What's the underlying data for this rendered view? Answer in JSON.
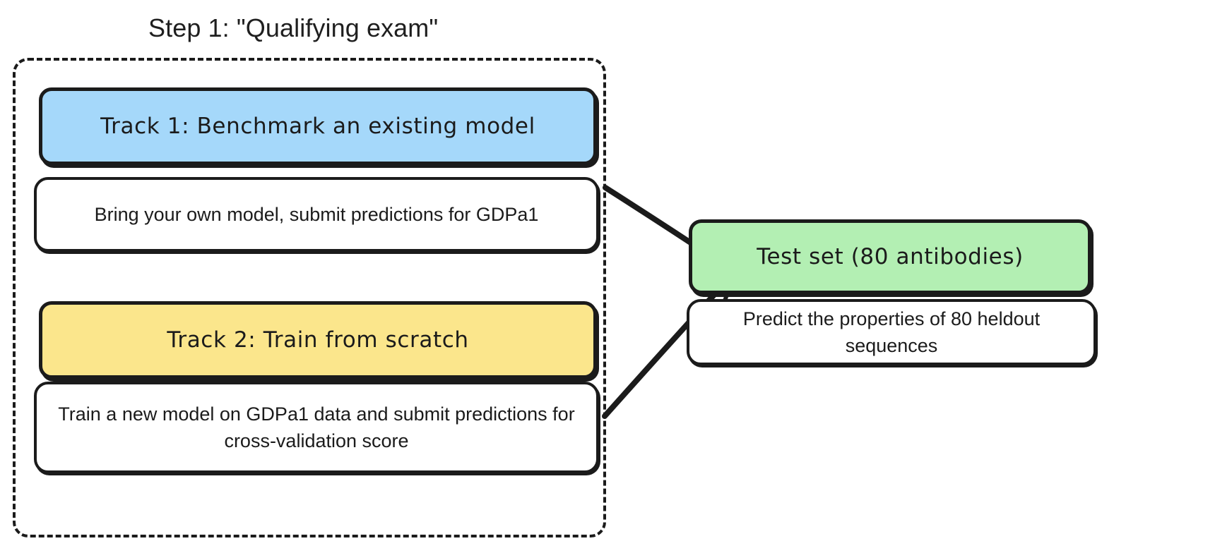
{
  "title": "Step 1: \"Qualifying exam\"",
  "colors": {
    "track1_fill": "#a5d8fa",
    "track2_fill": "#fbe68c",
    "testset_fill": "#b3efb3",
    "stroke": "#1b1b1b",
    "background": "#ffffff"
  },
  "group": {
    "name": "qualifying-exam-group",
    "border_style": "dashed"
  },
  "nodes": {
    "track1": {
      "header": "Track 1: Benchmark an existing model",
      "description": "Bring your own model, submit predictions for GDPa1"
    },
    "track2": {
      "header": "Track 2: Train from scratch",
      "description": "Train a new model on GDPa1 data and submit predictions for cross-validation score"
    },
    "testset": {
      "header": "Test set (80 antibodies)",
      "description": "Predict the properties of 80 heldout sequences"
    }
  },
  "edges": [
    {
      "name": "track1-to-testset",
      "from": "track1",
      "to": "testset",
      "style": "arrow"
    },
    {
      "name": "track2-to-testset",
      "from": "track2",
      "to": "testset",
      "style": "arrow"
    }
  ]
}
